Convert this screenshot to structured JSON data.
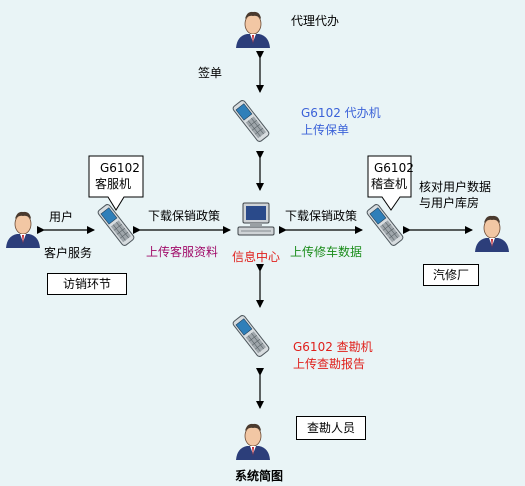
{
  "nodes": {
    "agent": {
      "label": "代理代办"
    },
    "inspector": {
      "label": "查勘人员"
    },
    "info_center": {
      "label": "信息中心"
    },
    "customer_service_user": {
      "label_top": "用户",
      "label_bottom": "客户服务"
    },
    "garage": {
      "label": "汽修厂"
    },
    "customer_device": {
      "line1": "G6102",
      "line2": "客服机"
    },
    "check_device": {
      "line1": "G6102",
      "line2": "稽查机"
    },
    "agent_device": {
      "line1": "G6102 代办机",
      "line2": "上传保单"
    },
    "survey_device": {
      "line1": "G6102 查勘机",
      "line2": "上传查勘报告"
    }
  },
  "edges": {
    "sign": "签单",
    "left_download": "下载保销政策",
    "left_upload": "上传客服资料",
    "right_download": "下载保销政策",
    "right_upload": "上传修车数据",
    "verify_line1": "核对用户数据",
    "verify_line2": "与用户库房"
  },
  "boxes": {
    "sales_link": "访销环节",
    "repair": "汽修厂",
    "survey_person": "查勘人员"
  },
  "caption": "系统简图",
  "colors": {
    "background": "#e9f4f6",
    "blue_text": "#3b62d8",
    "red_text": "#e0201c",
    "purple_text": "#a10d6a",
    "green_text": "#1a8c1a"
  }
}
